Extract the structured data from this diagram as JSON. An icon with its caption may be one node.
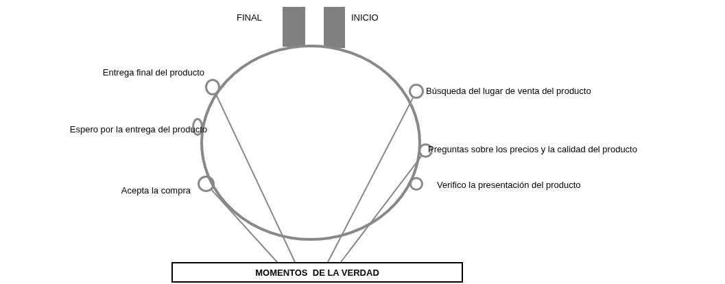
{
  "diagram": {
    "nodes": [
      {
        "text": [],
        "shape": "bar",
        "beside": [
          "FINAL"
        ]
      },
      {
        "text": [],
        "shape": "bar",
        "beside": [
          "INICIO"
        ]
      },
      {
        "text": [],
        "shape": "circle"
      },
      {
        "text": [],
        "shape": "circle",
        "beside": [
          "Entrega final del producto"
        ]
      },
      {
        "text": [],
        "shape": "circle",
        "beside": [
          "Búsqueda del lugar de venta del producto"
        ]
      },
      {
        "text": [],
        "shape": "circle",
        "beside": [
          "Espero por la entrega del producto"
        ]
      },
      {
        "text": [],
        "shape": "circle",
        "beside": [
          "Preguntas sobre los precios y la calidad del producto"
        ]
      },
      {
        "text": [],
        "shape": "circle",
        "beside": [
          "Acepta la compra"
        ]
      },
      {
        "text": [],
        "shape": "circle",
        "beside": [
          "Verifico la presentación del producto"
        ]
      },
      {
        "text": [
          "MOMENTOS  DE LA VERDAD"
        ]
      }
    ],
    "edges": [
      {
        "from": 3,
        "to": 9,
        "arrow": "none"
      },
      {
        "from": 7,
        "to": 9,
        "arrow": "none"
      },
      {
        "from": 4,
        "to": 9,
        "arrow": "none"
      },
      {
        "from": 6,
        "to": 9,
        "arrow": "none"
      }
    ]
  }
}
